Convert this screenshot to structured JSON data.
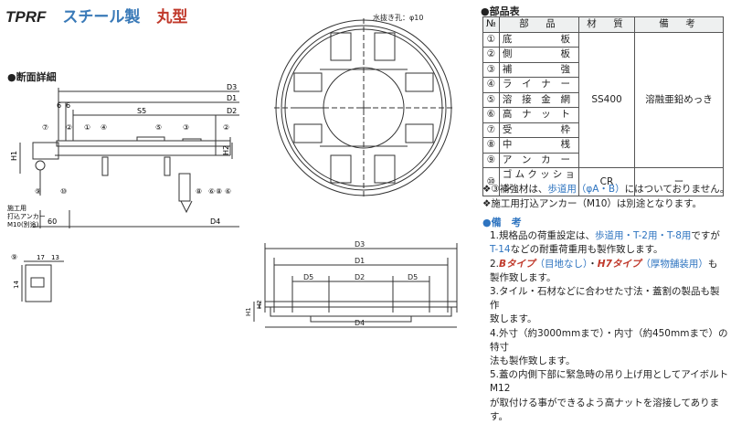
{
  "header": {
    "model": "TPRF",
    "material": "スチール製",
    "shape": "丸型"
  },
  "section": {
    "title": "●断面詳細",
    "dims": [
      "D3",
      "D1",
      "D2",
      "S5",
      "H1",
      "H2",
      "D4",
      "60",
      "6",
      "6"
    ],
    "callouts": [
      "⑦",
      "②",
      "①",
      "④",
      "⑤",
      "③",
      "②",
      "⑨",
      "⑩",
      "⑧",
      "⑥",
      "⑧",
      "⑥"
    ],
    "anchor_label": [
      "施工用",
      "打込アンカー",
      "M10(別途)"
    ],
    "detail": {
      "num": "⑨",
      "dims": [
        "17",
        "13",
        "14"
      ]
    }
  },
  "plan": {
    "hole_label": "水抜き孔：φ10"
  },
  "elevation": {
    "dims": [
      "D3",
      "D1",
      "D5",
      "D2",
      "D5",
      "H1",
      "H2",
      "D4"
    ]
  },
  "parts": {
    "title": "●部品表",
    "headers": [
      "№",
      "部　品",
      "材　質",
      "備　考"
    ],
    "rows": [
      {
        "no": "①",
        "name": "底板"
      },
      {
        "no": "②",
        "name": "側板"
      },
      {
        "no": "③",
        "name": "補強"
      },
      {
        "no": "④",
        "name": "ライナー"
      },
      {
        "no": "⑤",
        "name": "溶接金網"
      },
      {
        "no": "⑥",
        "name": "高ナット"
      },
      {
        "no": "⑦",
        "name": "受枠"
      },
      {
        "no": "⑧",
        "name": "中桟"
      },
      {
        "no": "⑨",
        "name": "アンカー"
      },
      {
        "no": "⑩",
        "name": "ゴムクッション"
      }
    ],
    "steel_material": "SS400",
    "steel_remark": "溶融亜鉛めっき",
    "rubber_material": "CR",
    "rubber_remark": "ー"
  },
  "notes": {
    "n1_a": "❖③補強材は、",
    "n1_b": "歩道用（φA・B）",
    "n1_c": "にはついておりません。",
    "n2": "❖施工用打込アンカー（M10）は別途となります。"
  },
  "remarks": {
    "title": "●備　考",
    "r1_a": "1.規格品の荷重設定は、",
    "r1_b": "歩道用・T-2用・T-8用",
    "r1_c": "ですが",
    "r1_d": "T-14",
    "r1_e": "などの耐重荷重用も製作致します。",
    "r2_a": "2.",
    "r2_b": "Bタイプ",
    "r2_c": "（目地なし）",
    "r2_d": "・",
    "r2_e": "H7タイプ",
    "r2_f": "（厚物舗装用）",
    "r2_g": "も",
    "r2_h": "製作致します。",
    "r3_a": "3.タイル・石材などに合わせた寸法・蓋割の製品も製作",
    "r3_b": "致します。",
    "r4_a": "4.外寸（約3000mmまで）・内寸（約450mmまで）の特寸",
    "r4_b": "法も製作致します。",
    "r5_a": "5.蓋の内側下部に緊急時の吊り上げ用としてアイボルトM12",
    "r5_b": "が取付ける事ができるよう高ナットを溶接してあります。"
  }
}
